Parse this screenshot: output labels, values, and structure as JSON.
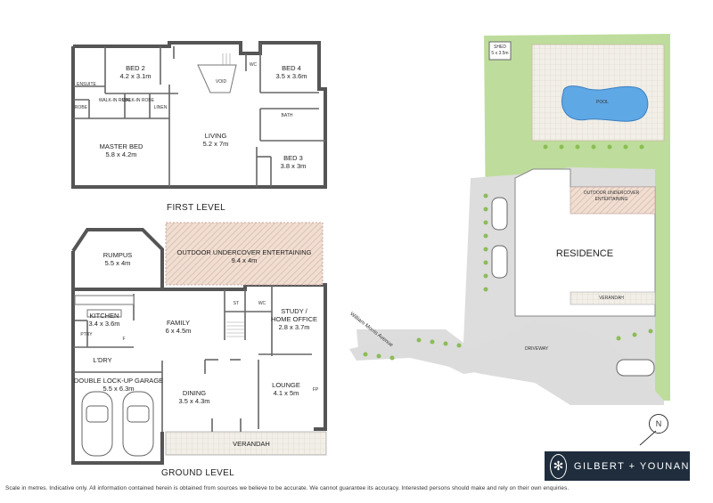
{
  "first_level": {
    "title": "FIRST LEVEL",
    "rooms": {
      "bed2": {
        "name": "BED 2",
        "size": "4.2 x 3.1m"
      },
      "bed4": {
        "name": "BED 4",
        "size": "3.5 x 3.6m"
      },
      "master": {
        "name": "MASTER BED",
        "size": "5.8 x 4.2m"
      },
      "living": {
        "name": "LIVING",
        "size": "5.2 x 7m"
      },
      "bed3": {
        "name": "BED 3",
        "size": "3.8 x 3m"
      },
      "ensuite": "ENSUITE",
      "wc": "WC",
      "void": "VOID",
      "bath": "BATH",
      "robe": "ROBE",
      "linen": "LINEN",
      "walkin1": "WALK-IN ROBE",
      "walkin2": "WALK-IN ROBE"
    }
  },
  "ground_level": {
    "title": "GROUND LEVEL",
    "rooms": {
      "rumpus": {
        "name": "RUMPUS",
        "size": "5.5 x 4m"
      },
      "outdoor": {
        "name": "OUTDOOR UNDERCOVER ENTERTAINING",
        "size": "9.4 x 4m"
      },
      "kitchen": {
        "name": "KITCHEN",
        "size": "3.4 x 3.6m"
      },
      "family": {
        "name": "FAMILY",
        "size": "6 x 4.5m"
      },
      "study": {
        "name": "STUDY /",
        "name2": "HOME OFFICE",
        "size": "2.8 x 3.7m"
      },
      "garage": {
        "name": "DOUBLE LOCK-UP GARAGE",
        "size": "5.5 x 6.3m"
      },
      "dining": {
        "name": "DINING",
        "size": "3.5 x 4.3m"
      },
      "lounge": {
        "name": "LOUNGE",
        "size": "4.1 x 5m"
      },
      "ldry": "L'DRY",
      "st": "ST",
      "wc": "WC",
      "pty": "PTRY",
      "f": "F",
      "fp": "FP",
      "verandah": "VERANDAH"
    }
  },
  "site": {
    "residence": "RESIDENCE",
    "pool": "POOL",
    "shed": "SHED",
    "shed_size": "5 x 3.5m",
    "outdoor": "OUTDOOR UNDERCOVER",
    "outdoor2": "ENTERTAINING",
    "verandah": "VERANDAH",
    "driveway": "DRIVEWAY",
    "street": "William Morris Avenue"
  },
  "north_label": "N",
  "brand": "GILBERT + YOUNAN",
  "disclaimer": "Scale in metres. Indicative only. All information contained herein is obtained from sources we believe to be accurate. We cannot guarantee its accuracy. Interested persons should make and rely on their own enquiries.",
  "colors": {
    "wall": "#555555",
    "deck": "#e8cfc0",
    "lawn": "#bedd9c",
    "paving": "#dddddd",
    "brand": "#1f2d3d",
    "pool": "#5fa8e6"
  }
}
